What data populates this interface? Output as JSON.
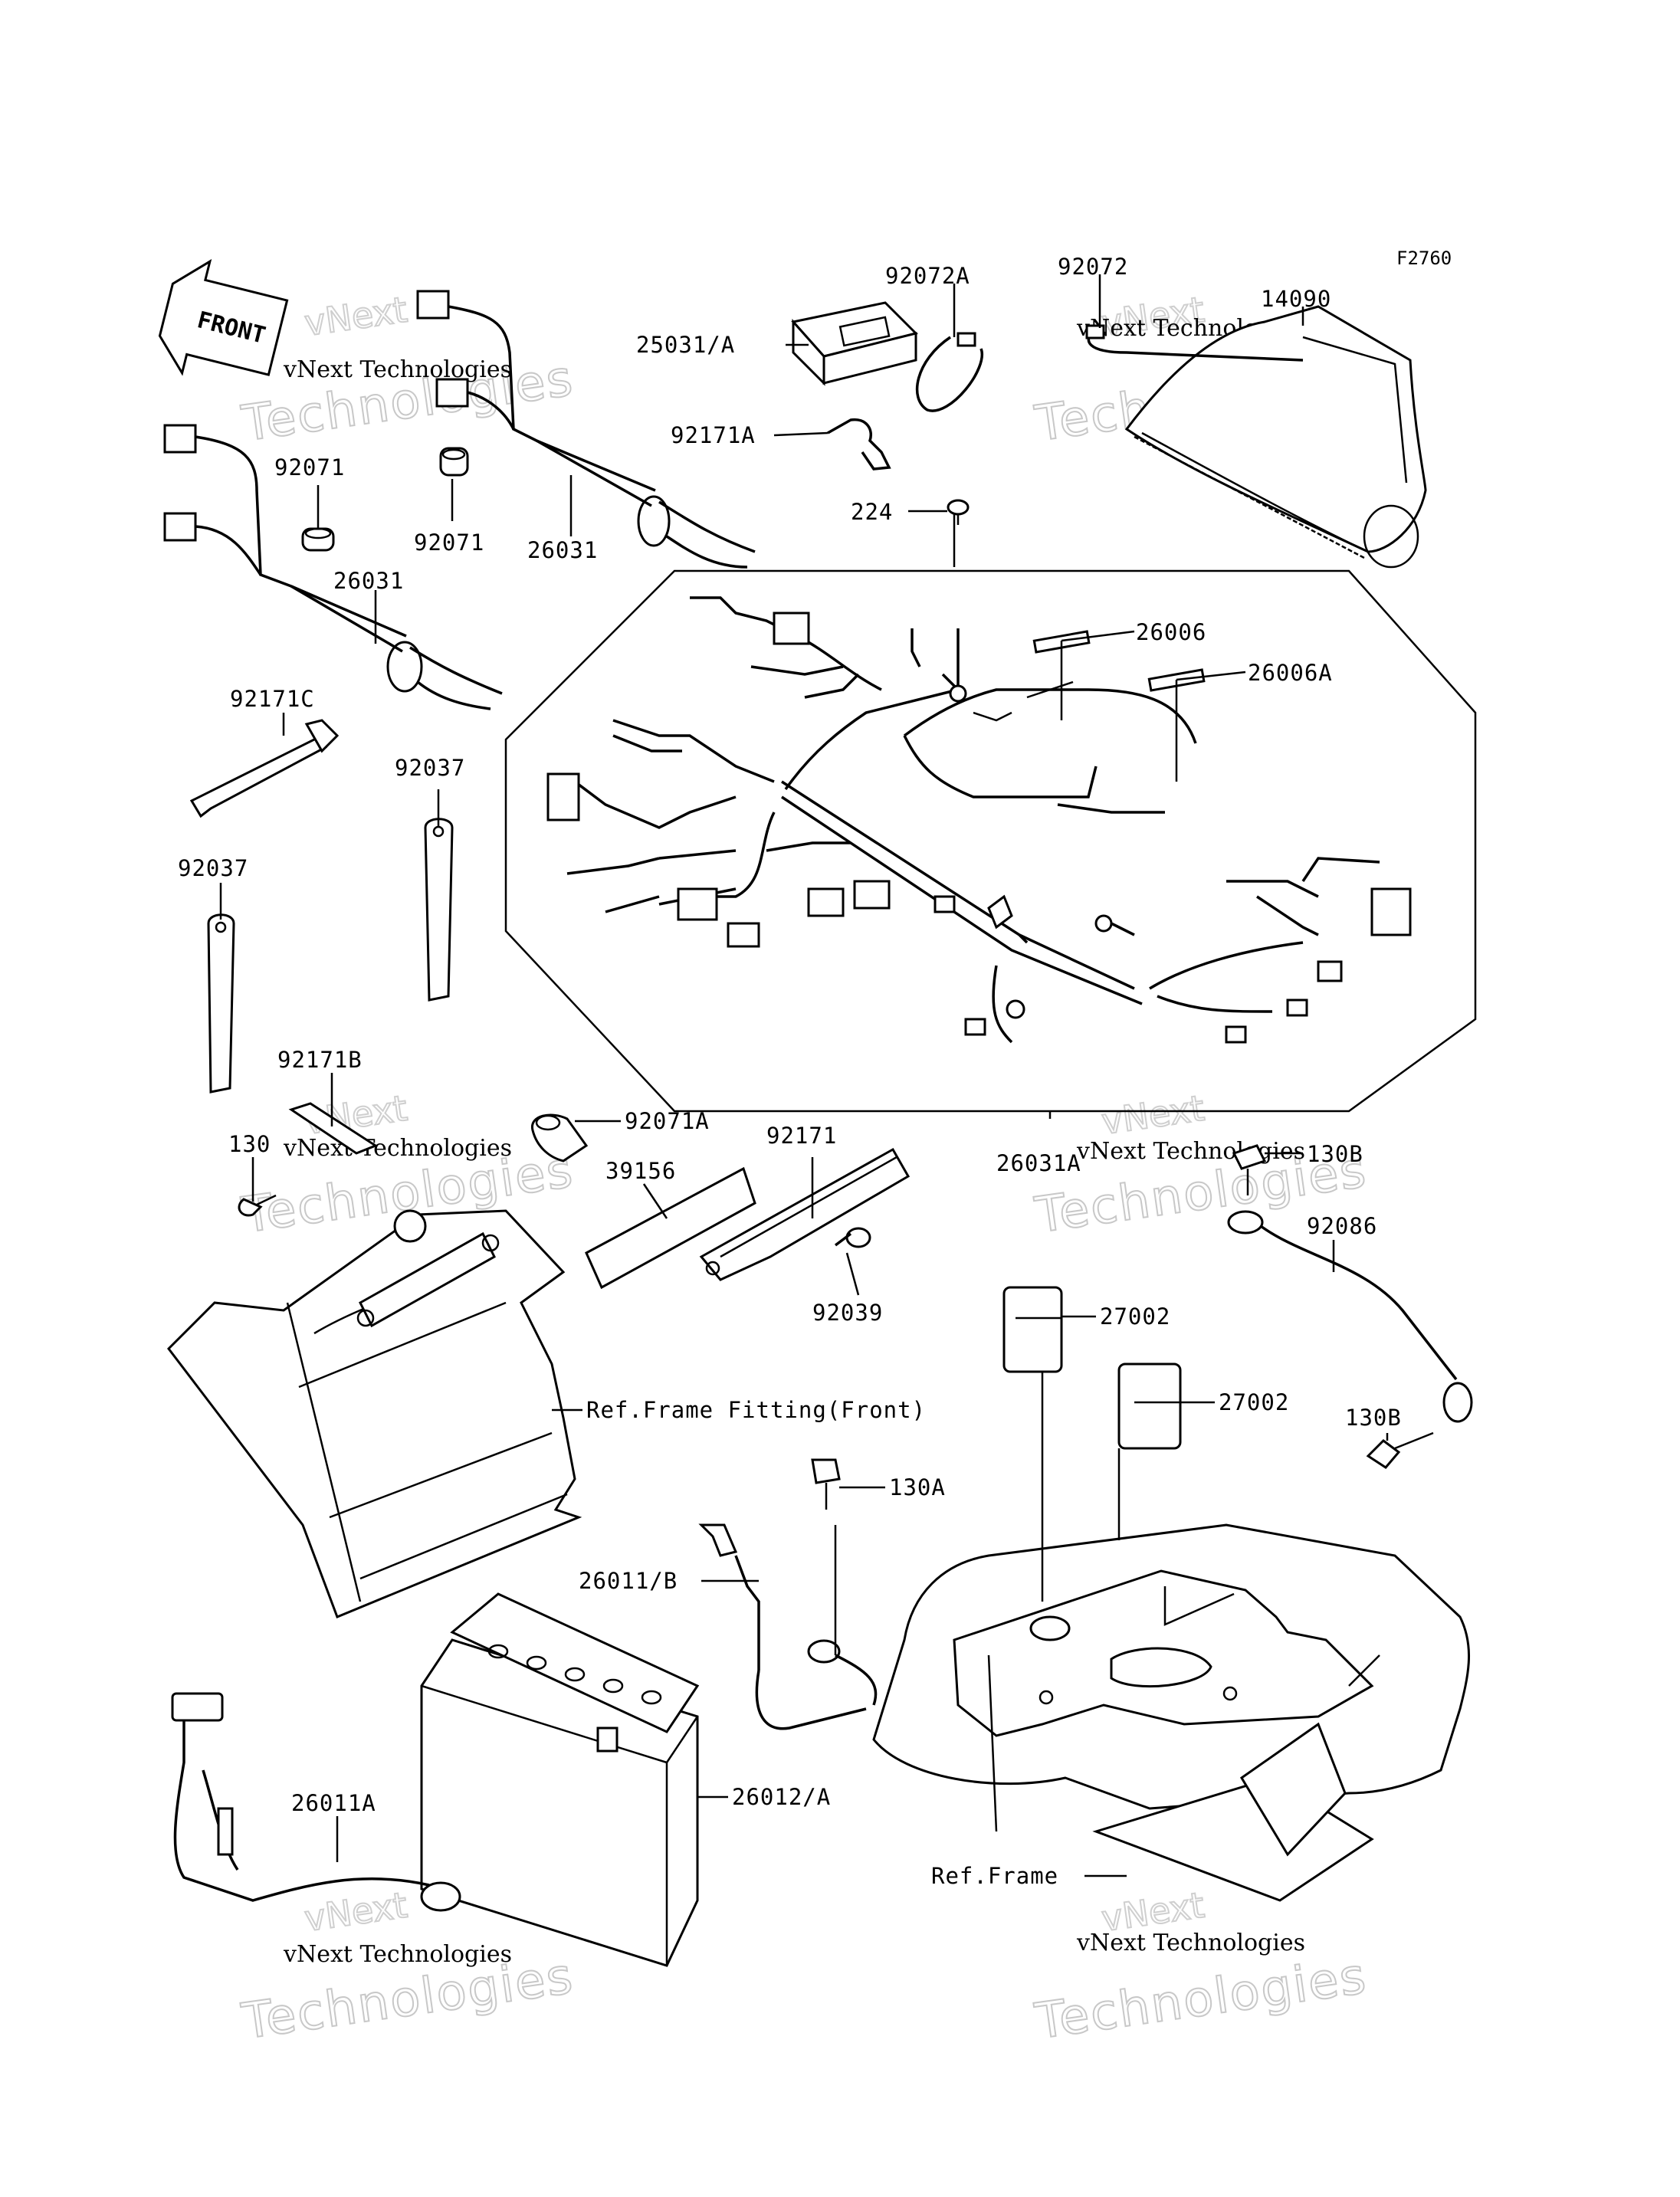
{
  "diagram_code": "F2760",
  "front_arrow_label": "FRONT",
  "watermark": {
    "line1": "vNext Technologies",
    "line2": "vNext",
    "line3": "Technologies"
  },
  "labels": {
    "p92072A": "92072A",
    "p92072": "92072",
    "p14090": "14090",
    "p25031A": "25031/A",
    "p92171A": "92171A",
    "p92071_l": "92071",
    "p92071_r": "92071",
    "p26031_top": "26031",
    "p26031_mid": "26031",
    "p224": "224",
    "p26006": "26006",
    "p26006A": "26006A",
    "p92171C": "92171C",
    "p92037_r": "92037",
    "p92037_l": "92037",
    "p92171B": "92171B",
    "p92071A": "92071A",
    "p92171": "92171",
    "p130": "130",
    "p39156": "39156",
    "p26031A": "26031A",
    "p130B_top": "130B",
    "p92086": "92086",
    "p92039": "92039",
    "p27002_a": "27002",
    "p27002_b": "27002",
    "p130B_bot": "130B",
    "ref_frame_front": "Ref.Frame Fitting(Front)",
    "p130A": "130A",
    "p26011B": "26011/B",
    "p26011A": "26011A",
    "p26012A": "26012/A",
    "ref_frame": "Ref.Frame"
  }
}
